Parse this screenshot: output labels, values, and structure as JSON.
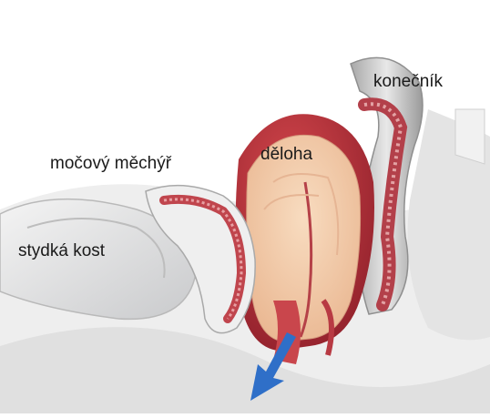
{
  "labels": {
    "bladder": "močový měchýř",
    "uterus": "děloha",
    "rectum": "konečník",
    "pubic_bone": "stydká kost"
  },
  "colors": {
    "tissue_red": "#b8323a",
    "uterus_flesh": "#f2c7a4",
    "bone_gray": "#d9dadb",
    "arrow_blue": "#2f6fc8"
  }
}
